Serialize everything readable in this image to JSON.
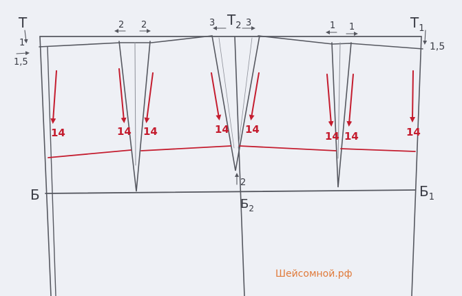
{
  "diagram": {
    "points": {
      "t": "Т",
      "t_sub": "",
      "t1": "Т",
      "t1_sub": "1",
      "t2": "Т",
      "t2_sub": "2",
      "b": "Б",
      "b1": "Б",
      "b1_sub": "1",
      "b2": "Б",
      "b2_sub": "2"
    },
    "offsets": {
      "left_drop": "1",
      "left_in": "1,5",
      "right_drop": "1,5",
      "back_dart_left": "2",
      "back_dart_right": "2",
      "center_left": "3",
      "center_right": "3",
      "front_dart_left": "1",
      "front_dart_right": "1",
      "center_low": "2"
    },
    "measurements": [
      "14",
      "14",
      "14",
      "14",
      "14",
      "14",
      "14",
      "14"
    ],
    "watermark": "Шейсомной.рф",
    "colors": {
      "paper": "#eef0f5",
      "pencil": "#55575f",
      "red": "#c41c2e",
      "watermark": "#e07a3a"
    }
  }
}
